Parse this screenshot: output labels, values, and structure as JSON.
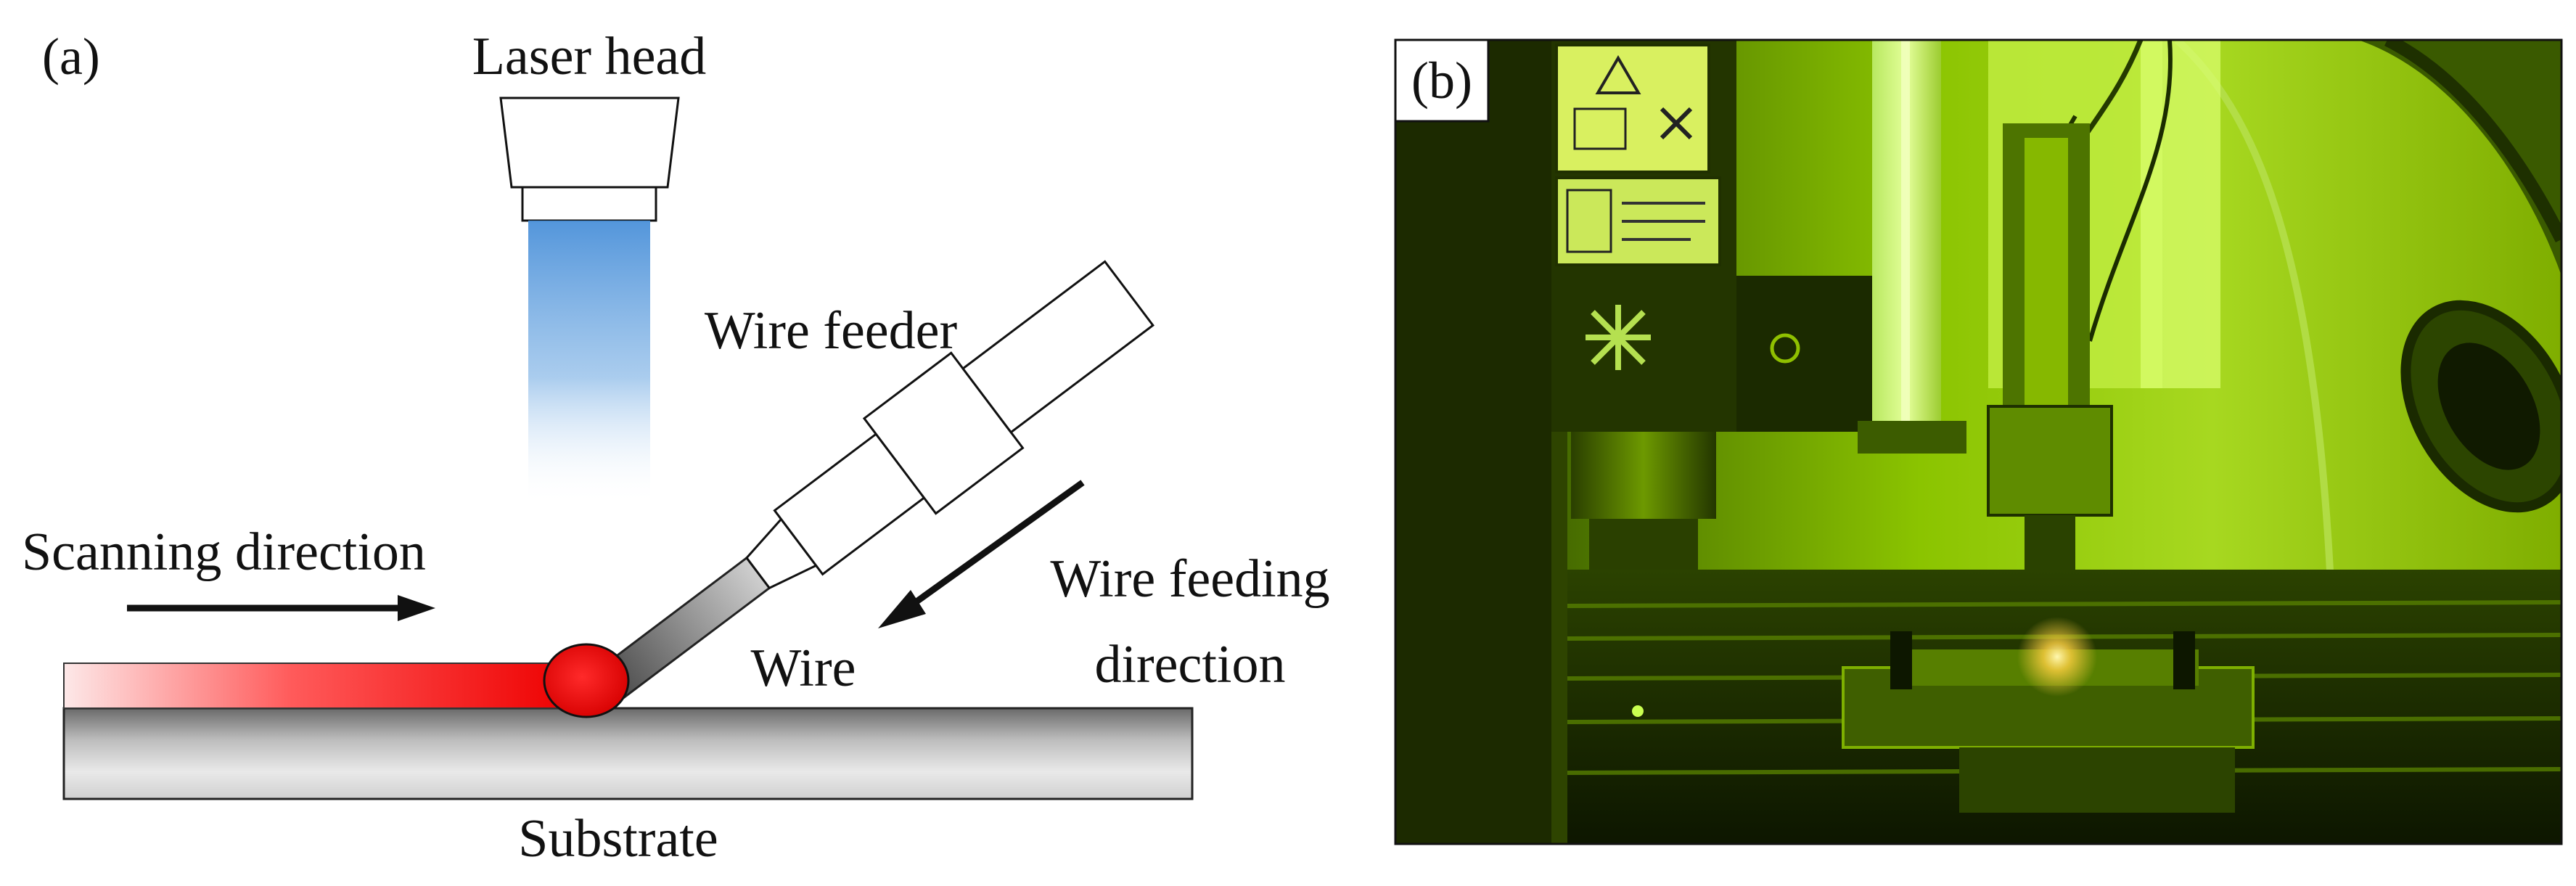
{
  "figure": {
    "panel_a": {
      "tag": "(a)",
      "labels": {
        "laser_head": "Laser head",
        "wire_feeder": "Wire feeder",
        "scanning_direction": "Scanning direction",
        "wire_feeding_line1": "Wire feeding",
        "wire_feeding_line2": "direction",
        "wire": "Wire",
        "substrate": "Substrate"
      },
      "colors": {
        "laser_beam": "#4a90d9",
        "melt_pool": "#e8000b",
        "deposit_track": "#ff2a2a",
        "substrate_dark": "#6d6d6d",
        "substrate_light": "#e6e6e6",
        "wire_dark": "#5a5a5a"
      }
    },
    "panel_b": {
      "tag": "(b)",
      "photo_description_colors": {
        "dominant": "#7fb800",
        "shadow": "#0f1a00",
        "highlight": "#d8ff40"
      }
    }
  }
}
